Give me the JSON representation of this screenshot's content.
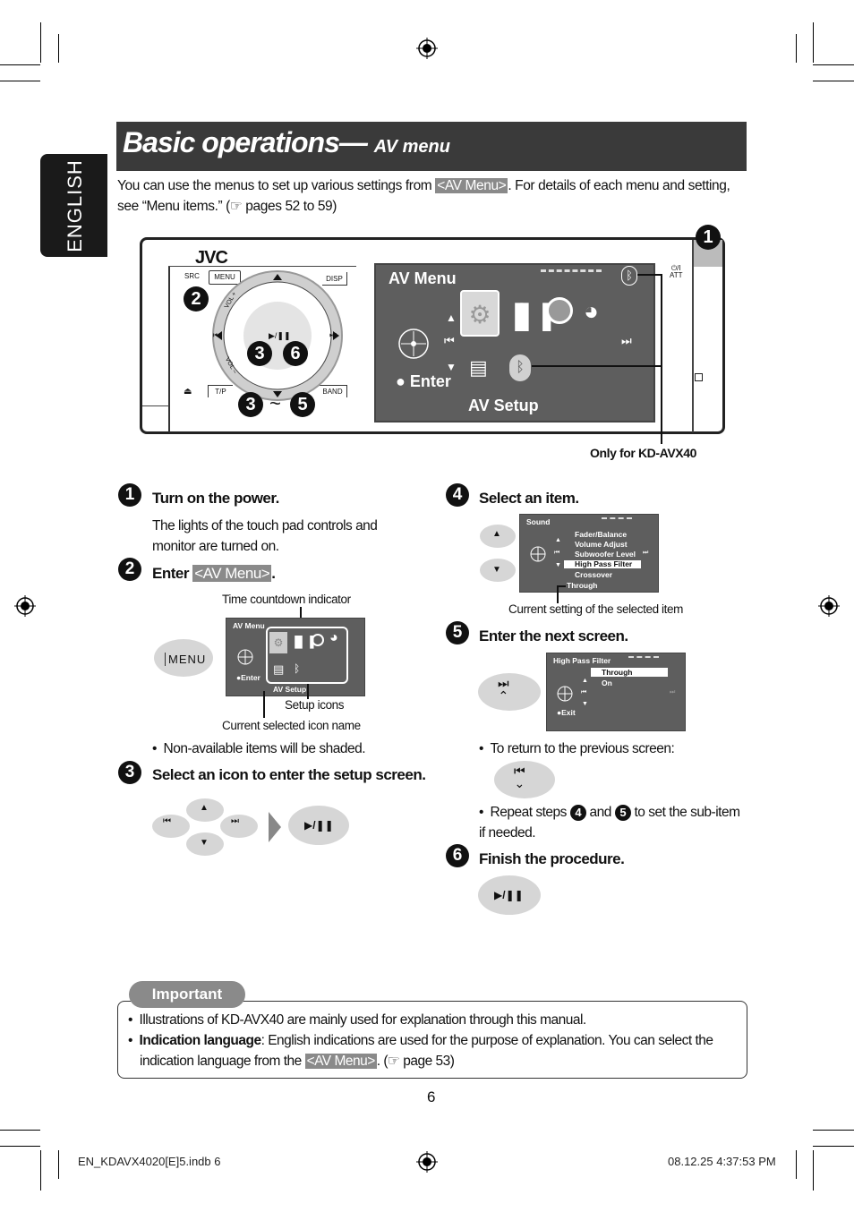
{
  "page": {
    "language_tab": "ENGLISH",
    "title": "Basic operations—",
    "title_sub": "AV menu",
    "intro_1": "You can use the menus to set up various settings from ",
    "intro_hl": "<AV Menu>",
    "intro_2": ". For details of each menu and setting, see “Menu items.” (☞ pages 52 to 59)",
    "page_number": "6"
  },
  "device": {
    "brand": "JVC",
    "src": "SRC",
    "menu": "MENU",
    "disp": "DISP",
    "tp": "T/P",
    "band": "BAND",
    "vol_plus": "VOL +",
    "vol_minus": "VOL –",
    "att": "ATT",
    "screen_title": "AV Menu",
    "screen_enter": "Enter",
    "screen_setup": "AV Setup",
    "callout": "Only for KD-AVX40",
    "num1": "1",
    "num2": "2",
    "num3a": "3",
    "num6": "6",
    "num3b": "3",
    "tilde": "~",
    "num5": "5"
  },
  "steps": [
    {
      "num": "1",
      "title": "Turn on the power.",
      "text": "The lights of the touch pad controls and monitor are turned on."
    },
    {
      "num": "2",
      "title_pre": "Enter ",
      "title_hl": "<AV Menu>",
      "title_post": ".",
      "cap_timer": "Time countdown indicator",
      "cap_icons": "Setup icons",
      "cap_name": "Current selected icon name",
      "menu_btn": "MENU",
      "mini_title": "AV Menu",
      "mini_enter": "Enter",
      "mini_setup": "AV Setup",
      "bullet": "Non-available items will be shaded."
    },
    {
      "num": "3",
      "title": "Select an icon to enter the setup screen."
    },
    {
      "num": "4",
      "title": "Select an item.",
      "cap": "Current setting of the selected item",
      "screen_title": "Sound",
      "items": [
        "Fader/Balance",
        "Volume Adjust",
        "Subwoofer Level",
        "High Pass Filter",
        "Crossover"
      ],
      "current": "Through"
    },
    {
      "num": "5",
      "title": "Enter the next screen.",
      "screen_title": "High Pass Filter",
      "options": [
        "Through",
        "On"
      ],
      "exit": "Exit",
      "bullet_1": "To return to the previous screen:",
      "bullet_2_pre": "Repeat steps ",
      "bullet_2_a": "4",
      "bullet_2_and": " and ",
      "bullet_2_b": "5",
      "bullet_2_post": " to set the sub-item if needed."
    },
    {
      "num": "6",
      "title": "Finish the procedure."
    }
  ],
  "important": {
    "label": "Important",
    "line1": "Illustrations of KD-AVX40 are mainly used for explanation through this manual.",
    "line2_bold": "Indication language",
    "line2_rest": ": English indications are used for the purpose of explanation. You can select the indication language from the ",
    "line2_hl": "<AV Menu>",
    "line2_end": ". (☞ page 53)"
  },
  "footer": {
    "file": "EN_KDAVX4020[E]5.indb   6",
    "date": "08.12.25   4:37:53 PM"
  },
  "colors": {
    "title_bar": "#3a3a3a",
    "screen": "#5e5e5e",
    "highlight": "#8a8a8a",
    "button": "#d6d6d6"
  }
}
